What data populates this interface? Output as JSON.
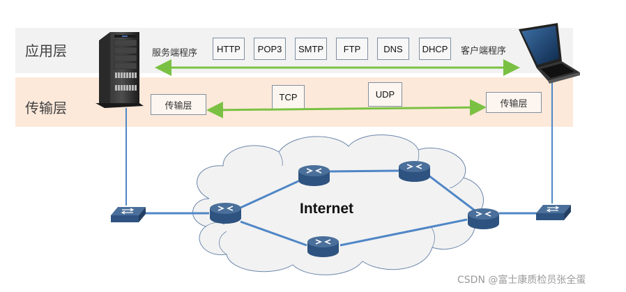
{
  "layers": {
    "application": {
      "label": "应用层"
    },
    "transport": {
      "label": "传输层"
    }
  },
  "application_row": {
    "server_program": "服务端程序",
    "client_program": "客户端程序",
    "protocols": [
      "HTTP",
      "POP3",
      "SMTP",
      "FTP",
      "DNS",
      "DHCP"
    ]
  },
  "transport_row": {
    "left_box": "传输层",
    "right_box": "传输层",
    "protocols": [
      "TCP",
      "UDP"
    ]
  },
  "network": {
    "cloud_label": "Internet",
    "devices": [
      "server",
      "laptop",
      "switch-left",
      "switch-right",
      "router-1",
      "router-2",
      "router-3",
      "router-4"
    ]
  },
  "colors": {
    "app_band": "#f2f2f2",
    "transport_band": "#fde9da",
    "arrow_green": "#7ac143",
    "link_blue": "#4f86c6",
    "device_blue": "#2e5380"
  },
  "watermark": "CSDN @富士康质检员张全蛋"
}
